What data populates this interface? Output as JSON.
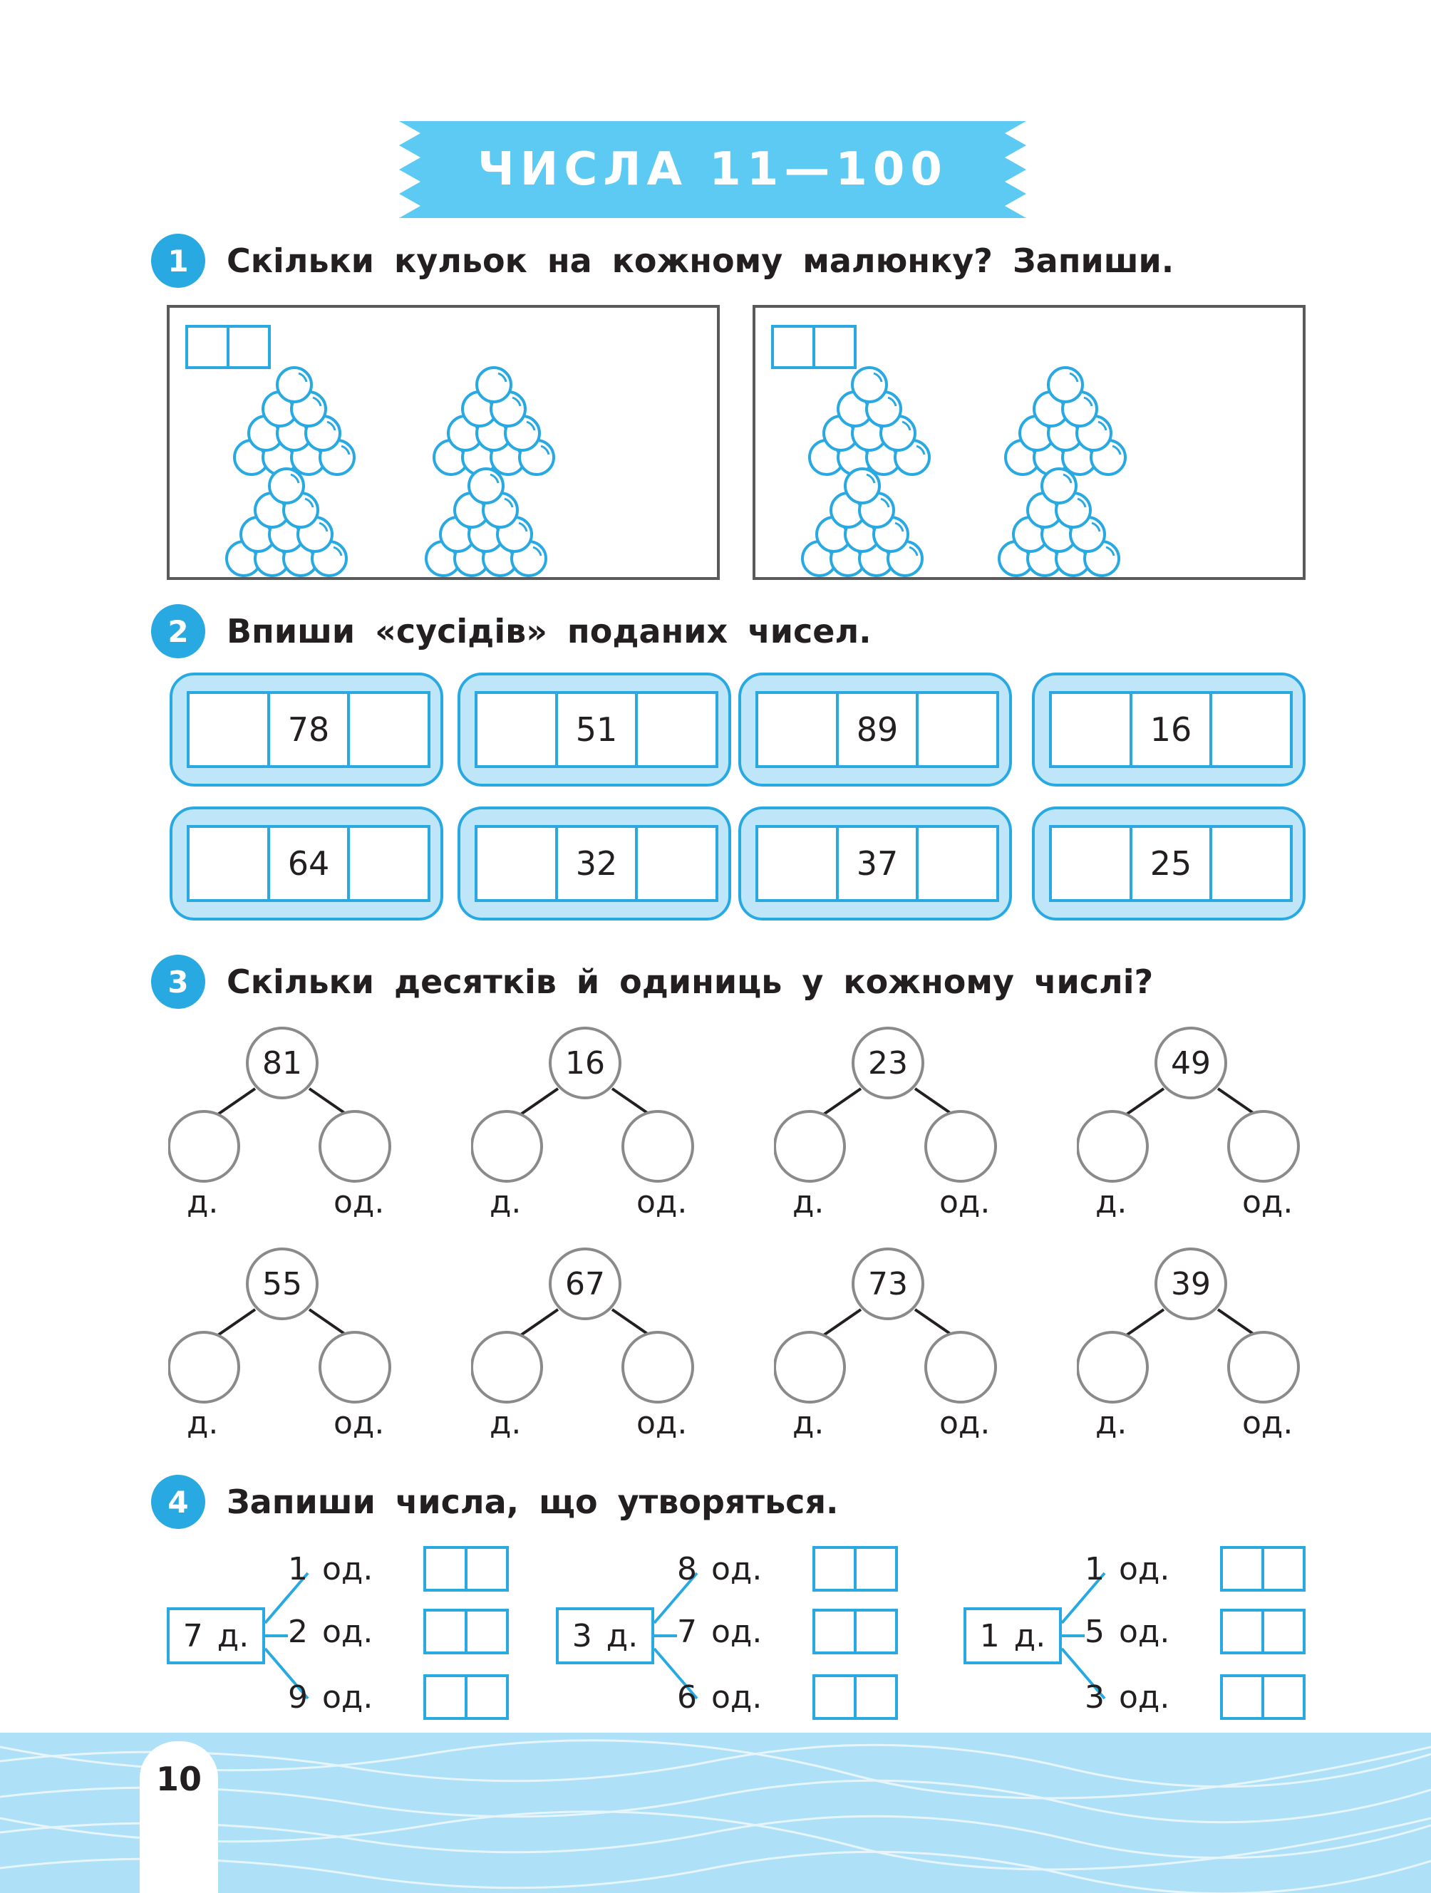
{
  "title": "ЧИСЛА 11—100",
  "page_number": "10",
  "colors": {
    "accent": "#29a9e1",
    "light_fill": "#bfe6f8",
    "banner": "#5ccaf3"
  },
  "tasks": [
    {
      "number": "1",
      "text": "Скільки кульок на кожному малюнку? Запиши."
    },
    {
      "number": "2",
      "text": "Впиши «сусідів» поданих чисел."
    },
    {
      "number": "3",
      "text": "Скільки десятків й одиниць у кожному числі?"
    },
    {
      "number": "4",
      "text": "Запиши числа, що утворяться."
    }
  ],
  "task2": {
    "numbers": [
      "78",
      "51",
      "89",
      "16",
      "64",
      "32",
      "37",
      "25"
    ]
  },
  "task3": {
    "numbers": [
      "81",
      "16",
      "23",
      "49",
      "55",
      "67",
      "73",
      "39"
    ],
    "tens_label": "д.",
    "units_label": "од."
  },
  "task4": {
    "groups": [
      {
        "base": "7 д.",
        "items": [
          "1 од.",
          "2 од.",
          "9 од."
        ]
      },
      {
        "base": "3 д.",
        "items": [
          "8 од.",
          "7 од.",
          "6 од."
        ]
      },
      {
        "base": "1 д.",
        "items": [
          "1 од.",
          "5 од.",
          "3 од."
        ]
      }
    ]
  }
}
